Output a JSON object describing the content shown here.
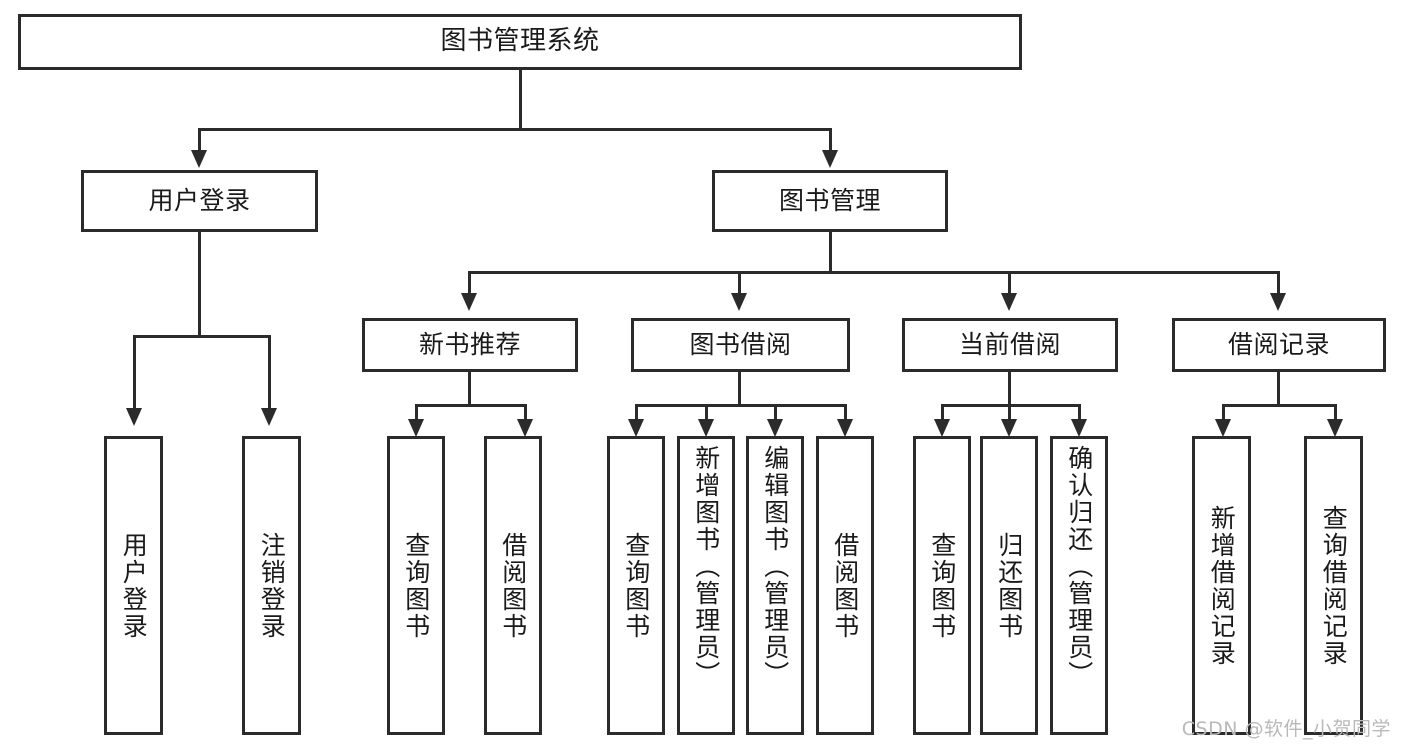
{
  "diagram": {
    "title": "图书管理系统",
    "type": "functional-structure-tree",
    "colors": {
      "box_border": "#2b2b2b",
      "box_fill": "#ffffff",
      "text": "#1a1a1a",
      "connector": "#2b2b2b",
      "watermark": "#b9b9b9",
      "background": "#ffffff"
    },
    "levels": [
      {
        "level": 1,
        "nodes": [
          {
            "id": "root",
            "label": "图书管理系统",
            "orientation": "horizontal"
          }
        ]
      },
      {
        "level": 2,
        "nodes": [
          {
            "id": "login",
            "label": "用户登录",
            "orientation": "horizontal",
            "parent": "root"
          },
          {
            "id": "bookmgmt",
            "label": "图书管理",
            "orientation": "horizontal",
            "parent": "root"
          }
        ]
      },
      {
        "level": 3,
        "nodes": [
          {
            "id": "newbook",
            "label": "新书推荐",
            "orientation": "horizontal",
            "parent": "bookmgmt"
          },
          {
            "id": "borrow",
            "label": "图书借阅",
            "orientation": "horizontal",
            "parent": "bookmgmt"
          },
          {
            "id": "current",
            "label": "当前借阅",
            "orientation": "horizontal",
            "parent": "bookmgmt"
          },
          {
            "id": "records",
            "label": "借阅记录",
            "orientation": "horizontal",
            "parent": "bookmgmt"
          }
        ]
      },
      {
        "level": 4,
        "nodes": [
          {
            "id": "leaf-login-1",
            "label": "用户登录",
            "orientation": "vertical",
            "parent": "login"
          },
          {
            "id": "leaf-login-2",
            "label": "注销登录",
            "orientation": "vertical",
            "parent": "login"
          },
          {
            "id": "leaf-newbook-1",
            "label": "查询图书",
            "orientation": "vertical",
            "parent": "newbook"
          },
          {
            "id": "leaf-newbook-2",
            "label": "借阅图书",
            "orientation": "vertical",
            "parent": "newbook"
          },
          {
            "id": "leaf-borrow-1",
            "label": "查询图书",
            "orientation": "vertical",
            "parent": "borrow"
          },
          {
            "id": "leaf-borrow-2",
            "label": "新增图书（管理员）",
            "orientation": "vertical",
            "parent": "borrow"
          },
          {
            "id": "leaf-borrow-3",
            "label": "编辑图书（管理员）",
            "orientation": "vertical",
            "parent": "borrow"
          },
          {
            "id": "leaf-borrow-4",
            "label": "借阅图书",
            "orientation": "vertical",
            "parent": "borrow"
          },
          {
            "id": "leaf-current-1",
            "label": "查询图书",
            "orientation": "vertical",
            "parent": "current"
          },
          {
            "id": "leaf-current-2",
            "label": "归还图书",
            "orientation": "vertical",
            "parent": "current"
          },
          {
            "id": "leaf-current-3",
            "label": "确认归还（管理员）",
            "orientation": "vertical",
            "parent": "current"
          },
          {
            "id": "leaf-records-1",
            "label": "新增借阅记录",
            "orientation": "vertical",
            "parent": "records"
          },
          {
            "id": "leaf-records-2",
            "label": "查询借阅记录",
            "orientation": "vertical",
            "parent": "records"
          }
        ]
      }
    ]
  },
  "watermark": {
    "text": "CSDN @软件_小贺同学"
  }
}
